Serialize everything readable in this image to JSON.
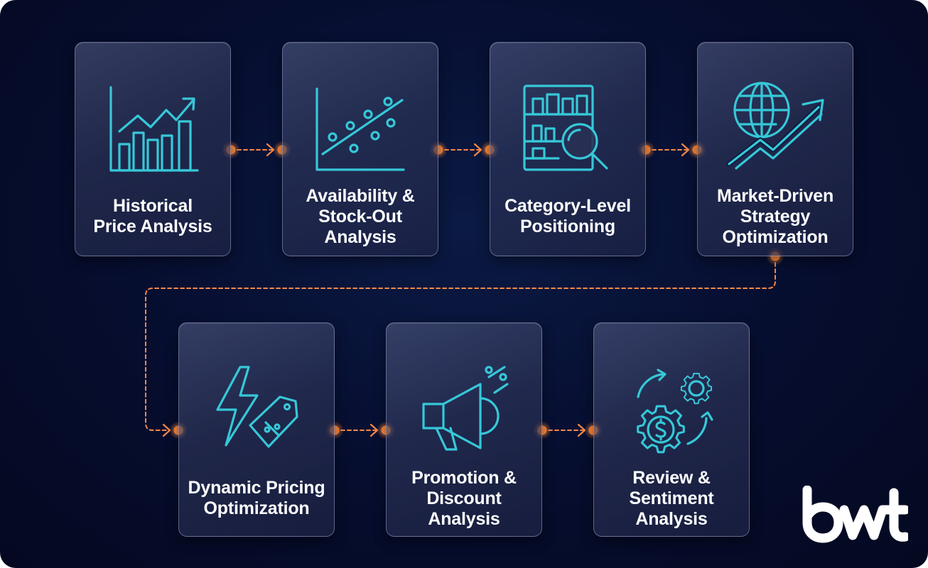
{
  "steps": [
    {
      "label_lines": [
        "Historical",
        "Price Analysis"
      ],
      "icon": "bar-chart-trend-icon"
    },
    {
      "label_lines": [
        "Availability &",
        "Stock-Out",
        "Analysis"
      ],
      "icon": "scatter-plot-icon"
    },
    {
      "label_lines": [
        "Category-Level",
        "Positioning"
      ],
      "icon": "shelf-magnifier-icon"
    },
    {
      "label_lines": [
        "Market-Driven",
        "Strategy",
        "Optimization"
      ],
      "icon": "globe-trend-arrow-icon"
    },
    {
      "label_lines": [
        "Dynamic Pricing",
        "Optimization"
      ],
      "icon": "lightning-price-tag-icon"
    },
    {
      "label_lines": [
        "Promotion &",
        "Discount Analysis"
      ],
      "icon": "megaphone-percent-icon"
    },
    {
      "label_lines": [
        "Review &",
        "Sentiment",
        "Analysis"
      ],
      "icon": "gears-dollar-icon"
    }
  ],
  "logo": {
    "text": "bwt"
  },
  "colors": {
    "background": "#060d2e",
    "icon_stroke": "#36c8d8",
    "connector": "#f5894a",
    "connector_dot": "#ff8a3d",
    "label_text": "#ffffff"
  }
}
